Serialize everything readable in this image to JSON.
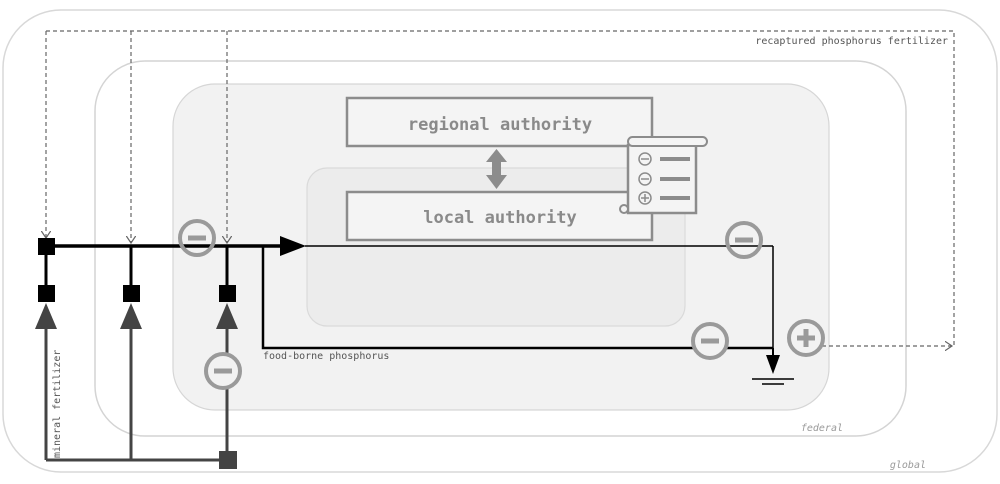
{
  "levels": {
    "global": "global",
    "federal": "federal"
  },
  "authorities": {
    "regional": "regional authority",
    "local": "local authority"
  },
  "flows": {
    "recaptured": "recaptured phosphorus fertilizer",
    "food_borne": "food-borne phosphorus",
    "mineral": "mineral fertilizer"
  },
  "signs": {
    "minus": "−",
    "plus": "+"
  },
  "colors": {
    "line": "#000000",
    "gray_line": "#444444",
    "sign_gray": "#9a9a9a",
    "box_stroke": "#8c8c8c"
  }
}
